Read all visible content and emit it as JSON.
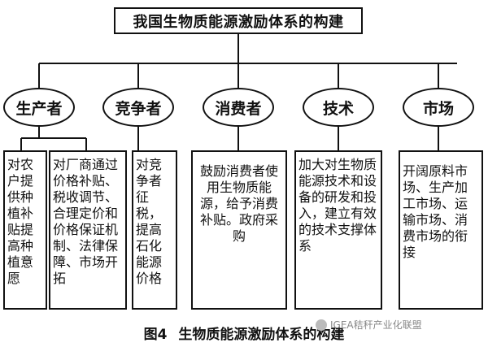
{
  "title": "我国生物质能源激励体系的构建",
  "nodes": [
    {
      "label": "生产者"
    },
    {
      "label": "竞争者"
    },
    {
      "label": "消费者"
    },
    {
      "label": "技术"
    },
    {
      "label": "市场"
    }
  ],
  "boxes": {
    "producer_left": "对农户提供种植补贴提高种植意愿",
    "producer_right": "对厂商通过价格补贴、税收调节、合理定价和价格保证机制、法律保障、市场开拓",
    "competitor": "对竞争者征税，提高石化能源价格",
    "consumer": "鼓励消费者使用生物质能源，给予消费补贴。政府采购",
    "technology": "加大对生物质能源技术和设备的研发和投入，建立有效的技术支撑体系",
    "market": "开阔原料市场、生产加工市场、运输市场、消费市场的衔接"
  },
  "caption": {
    "number": "图4",
    "text": "生物质能源激励体系的构建"
  },
  "watermark": "IGEA秸秆产业化联盟"
}
